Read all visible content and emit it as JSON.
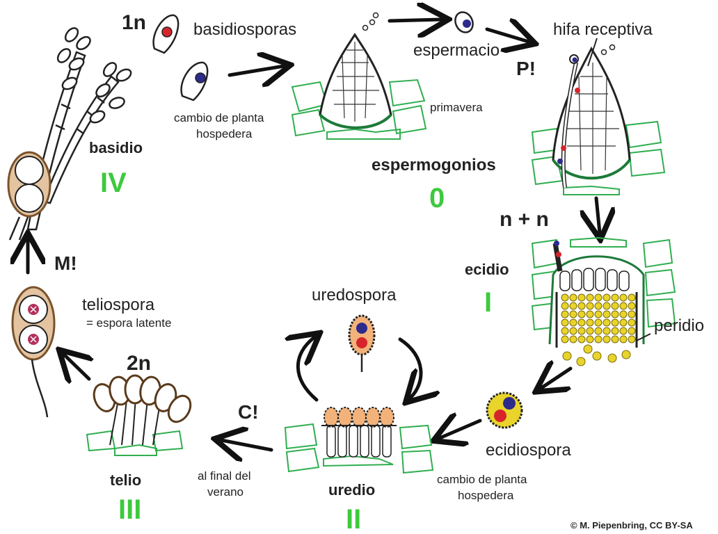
{
  "colors": {
    "host_tissue": "#2fae4f",
    "stage_numeral": "#3ec93e",
    "haploid_nucleus_red": "#d6262a",
    "haploid_nucleus_blue": "#2c2a8c",
    "brown_wall": "#9a6a3c",
    "brown_fill": "#e3c3a0",
    "orange_spore": "#f2b27a",
    "yellow_spore": "#e8d42a",
    "arrow": "#111111",
    "text": "#222222"
  },
  "labels": {
    "ploidy_1n": "1n",
    "ploidy_nn": "n + n",
    "ploidy_2n": "2n",
    "basidiosporas": "basidiosporas",
    "cambio_top_1": "cambio de planta",
    "cambio_top_2": "hospedera",
    "espermacio": "espermacio",
    "hifa_receptiva": "hifa receptiva",
    "plasmogamy": "P!",
    "primavera": "primavera",
    "espermogonios": "espermogonios",
    "basidio": "basidio",
    "ecidio": "ecidio",
    "peridio": "peridio",
    "ecidiospora": "ecidiospora",
    "cambio_bottom_1": "cambio de planta",
    "cambio_bottom_2": "hospedera",
    "uredospora": "uredospora",
    "uredio": "uredio",
    "al_final_1": "al final del",
    "al_final_2": "verano",
    "karyogamy": "C!",
    "telio": "telio",
    "teliospora": "teliospora",
    "espora_latente": "= espora latente",
    "meiosis": "M!",
    "credit": "© M. Piepenbring, CC BY-SA"
  },
  "stages": {
    "s0": "0",
    "sI": "I",
    "sII": "II",
    "sIII": "III",
    "sIV": "IV"
  }
}
